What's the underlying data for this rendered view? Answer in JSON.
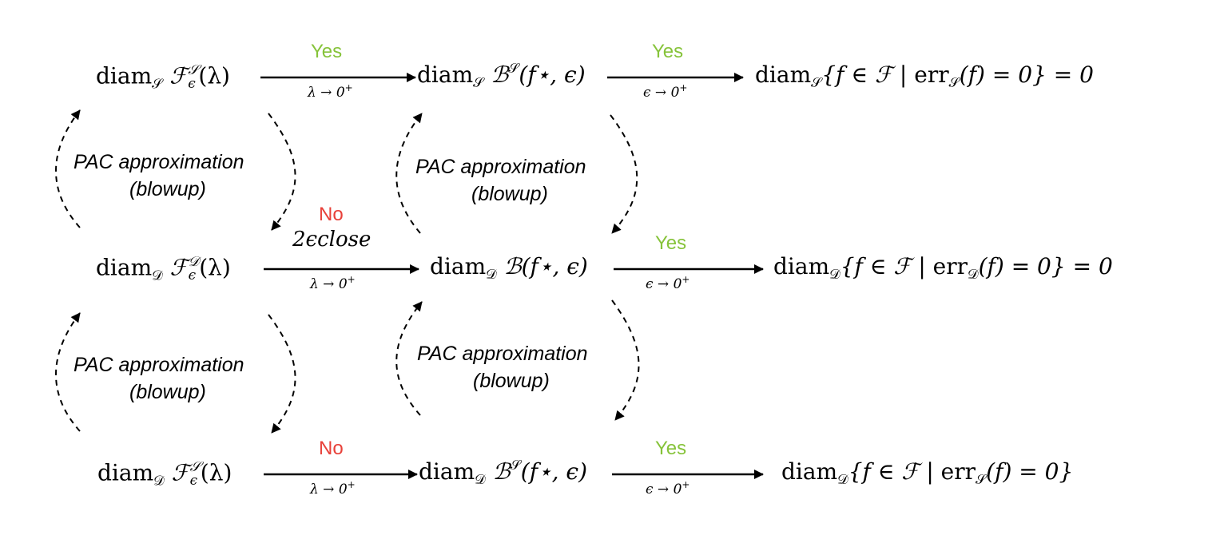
{
  "nodes": {
    "r1c1": {
      "op": "diam",
      "sub": "𝒮",
      "func": "ℱ",
      "func_sup": "𝒮",
      "func_sub": "ϵ",
      "arg": "(λ)"
    },
    "r1c2": {
      "op": "diam",
      "sub": "𝒮",
      "func": "ℬ",
      "func_sup": "𝒮",
      "arg": "(f⋆, ϵ)"
    },
    "r1c3": {
      "op": "diam",
      "sub": "𝒮",
      "set_open": "{f ∈ ℱ | ",
      "err": "err",
      "err_sub": "𝒮",
      "set_close": "(f) = 0} = 0"
    },
    "r2c1": {
      "op": "diam",
      "sub": "𝒟",
      "func": "ℱ",
      "func_sup": "𝒟",
      "func_sub": "ϵ",
      "arg": "(λ)"
    },
    "r2c2": {
      "op": "diam",
      "sub": "𝒟",
      "func": "ℬ",
      "arg": "(f⋆, ϵ)"
    },
    "r2c3": {
      "op": "diam",
      "sub": "𝒟",
      "set_open": "{f ∈ ℱ | ",
      "err": "err",
      "err_sub": "𝒟",
      "set_close": "(f) = 0} = 0"
    },
    "r3c1": {
      "op": "diam",
      "sub": "𝒟",
      "func": "ℱ",
      "func_sup": "𝒮",
      "func_sub": "ϵ",
      "arg": "(λ)"
    },
    "r3c2": {
      "op": "diam",
      "sub": "𝒟",
      "func": "ℬ",
      "func_sup": "𝒮",
      "arg": "(f⋆, ϵ)"
    },
    "r3c3": {
      "op": "diam",
      "sub": "𝒟",
      "set_open": "{f ∈ ℱ | ",
      "err": "err",
      "err_sub": "𝒮",
      "set_close": "(f) = 0}"
    }
  },
  "arrow_labels": {
    "r1a1": {
      "verdict": "Yes",
      "condition": "λ → 0",
      "condition_sup": "+"
    },
    "r1a2": {
      "verdict": "Yes",
      "condition": "ϵ → 0",
      "condition_sup": "+"
    },
    "r2a1": {
      "verdict": "No",
      "extra": "2ϵclose",
      "condition": "λ → 0",
      "condition_sup": "+"
    },
    "r2a2": {
      "verdict": "Yes",
      "condition": "ϵ → 0",
      "condition_sup": "+"
    },
    "r3a1": {
      "verdict": "No",
      "condition": "λ → 0",
      "condition_sup": "+"
    },
    "r3a2": {
      "verdict": "Yes",
      "condition": "ϵ → 0",
      "condition_sup": "+"
    }
  },
  "pac_labels": {
    "p1": {
      "line1": "PAC  approximation",
      "line2": "(blowup)"
    },
    "p2": {
      "line1": "PAC  approximation",
      "line2": "(blowup)"
    },
    "p3": {
      "line1": "PAC  approximation",
      "line2": "(blowup)"
    },
    "p4": {
      "line1": "PAC  approximation",
      "line2": "(blowup)"
    }
  },
  "colors": {
    "yes": "#86c33a",
    "no": "#e8413a",
    "ink": "#000000"
  }
}
